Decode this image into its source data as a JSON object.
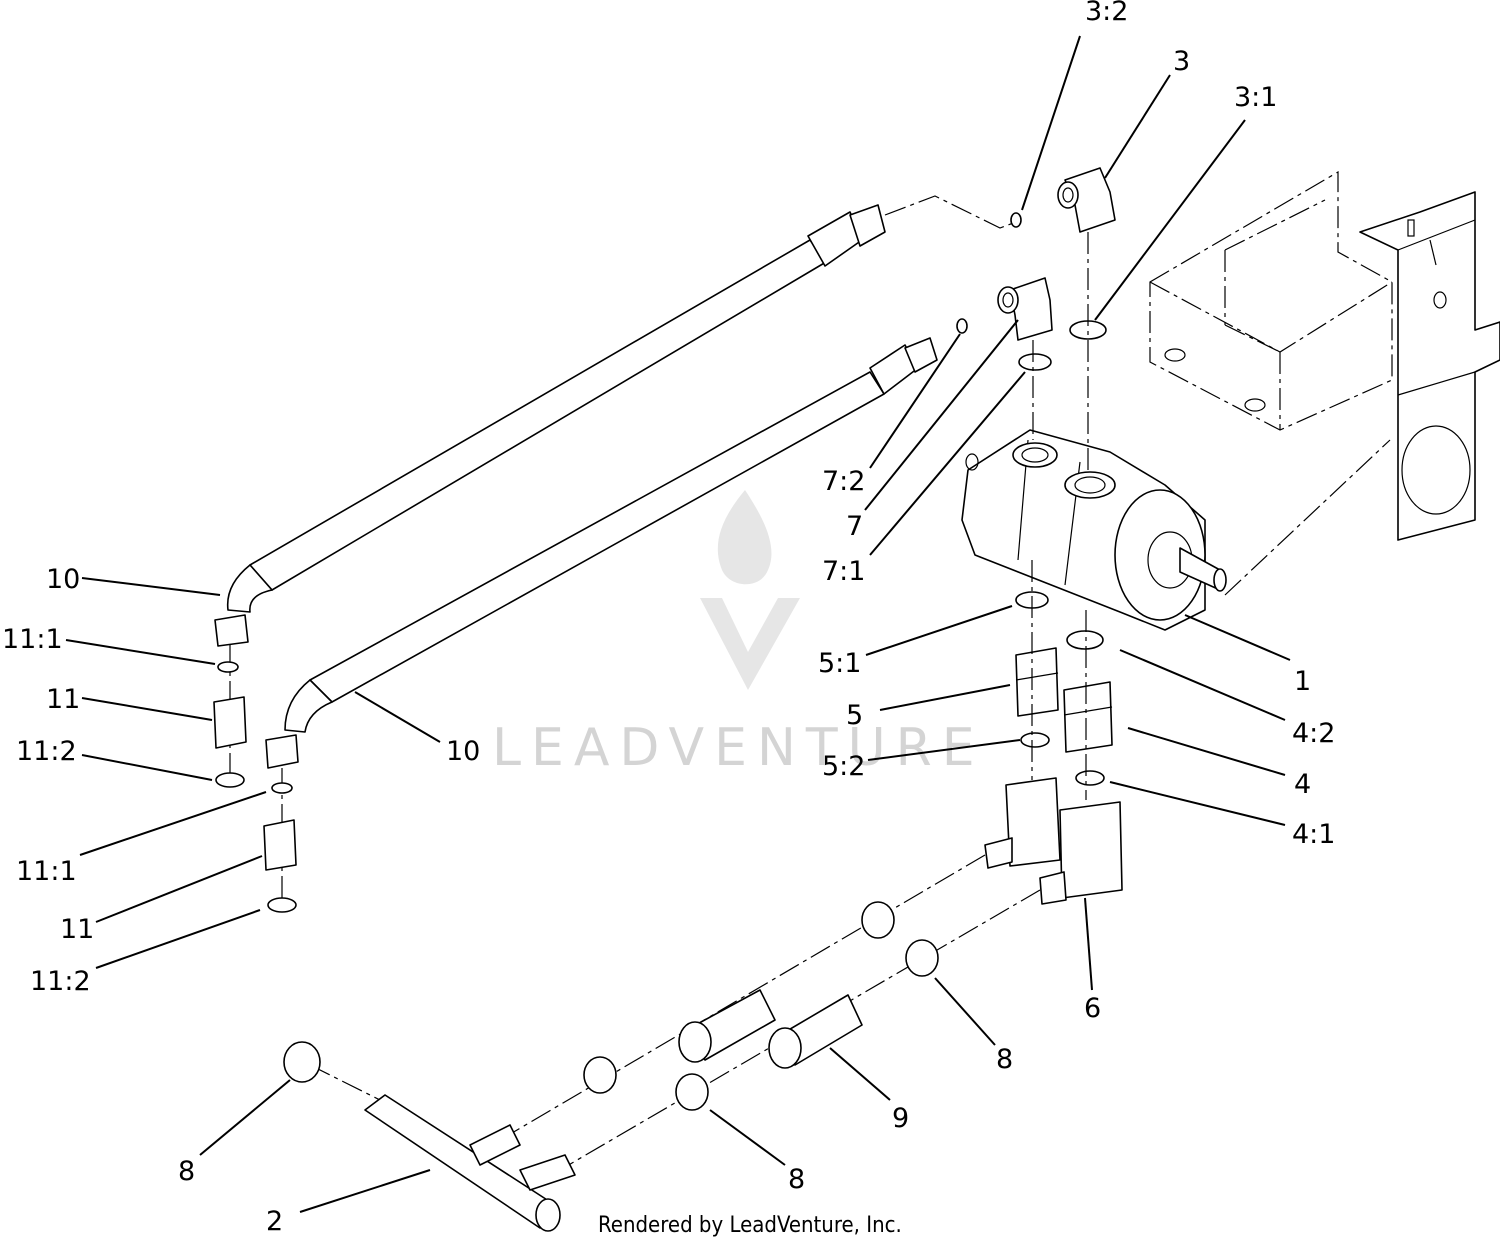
{
  "callouts": [
    {
      "id": "c-3-2",
      "text": "3:2"
    },
    {
      "id": "c-3",
      "text": "3"
    },
    {
      "id": "c-3-1",
      "text": "3:1"
    },
    {
      "id": "c-7-2",
      "text": "7:2"
    },
    {
      "id": "c-7",
      "text": "7"
    },
    {
      "id": "c-7-1",
      "text": "7:1"
    },
    {
      "id": "c-10-top",
      "text": "10"
    },
    {
      "id": "c-11-1-top",
      "text": "11:1"
    },
    {
      "id": "c-11-top",
      "text": "11"
    },
    {
      "id": "c-11-2-top",
      "text": "11:2"
    },
    {
      "id": "c-10-mid",
      "text": "10"
    },
    {
      "id": "c-1",
      "text": "1"
    },
    {
      "id": "c-5-1",
      "text": "5:1"
    },
    {
      "id": "c-4-2",
      "text": "4:2"
    },
    {
      "id": "c-5",
      "text": "5"
    },
    {
      "id": "c-4",
      "text": "4"
    },
    {
      "id": "c-5-2",
      "text": "5:2"
    },
    {
      "id": "c-4-1",
      "text": "4:1"
    },
    {
      "id": "c-11-1-bot",
      "text": "11:1"
    },
    {
      "id": "c-11-bot",
      "text": "11"
    },
    {
      "id": "c-11-2-bot",
      "text": "11:2"
    },
    {
      "id": "c-6",
      "text": "6"
    },
    {
      "id": "c-8-right",
      "text": "8"
    },
    {
      "id": "c-9",
      "text": "9"
    },
    {
      "id": "c-8-left",
      "text": "8"
    },
    {
      "id": "c-8-mid",
      "text": "8"
    },
    {
      "id": "c-2",
      "text": "2"
    }
  ],
  "watermark": {
    "text": "LEADVENTURE",
    "color": "#d4d4d4",
    "logo_icon": "leadventure-flame-logo-icon"
  },
  "credit": "Rendered by LeadVenture, Inc."
}
